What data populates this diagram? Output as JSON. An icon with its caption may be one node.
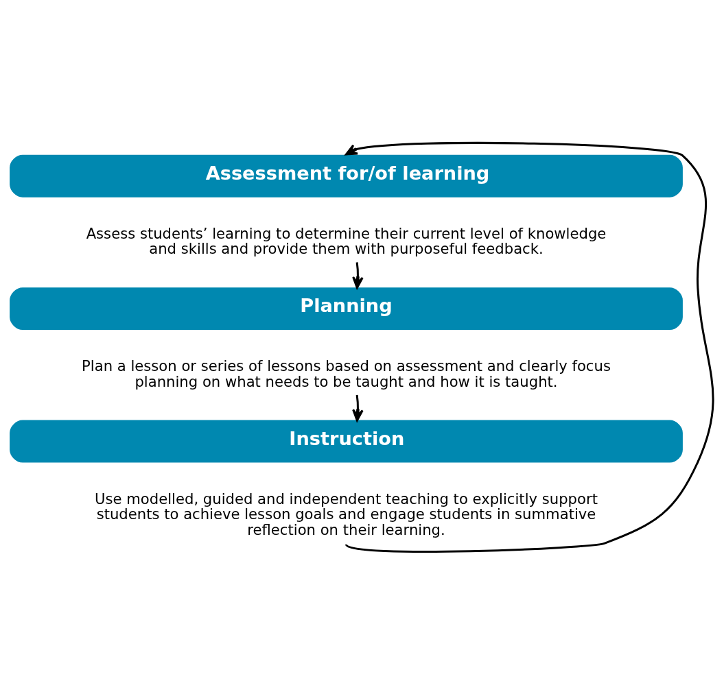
{
  "diagram": {
    "nodes": [
      {
        "text": [
          "Assessment for/of learning"
        ]
      },
      {
        "text": [
          "Assess students’ learning to determine their current level of knowledge and skills and provide them with purposeful feedback."
        ]
      },
      {
        "text": [
          "Planning"
        ]
      },
      {
        "text": [
          "Plan a lesson or series of lessons based on assessment and clearly focus planning on what needs to be taught and how it is taught."
        ]
      },
      {
        "text": [
          "Instruction"
        ]
      },
      {
        "text": [
          "Use modelled, guided and independent teaching to explicitly support students to achieve lesson goals and engage students in summative reflection on their learning."
        ]
      }
    ],
    "edges": [
      {
        "from": 1,
        "to": 2,
        "arrow": "to"
      },
      {
        "from": 3,
        "to": 4,
        "arrow": "to"
      },
      {
        "from": 5,
        "to": 0,
        "arrow": "to"
      }
    ]
  }
}
